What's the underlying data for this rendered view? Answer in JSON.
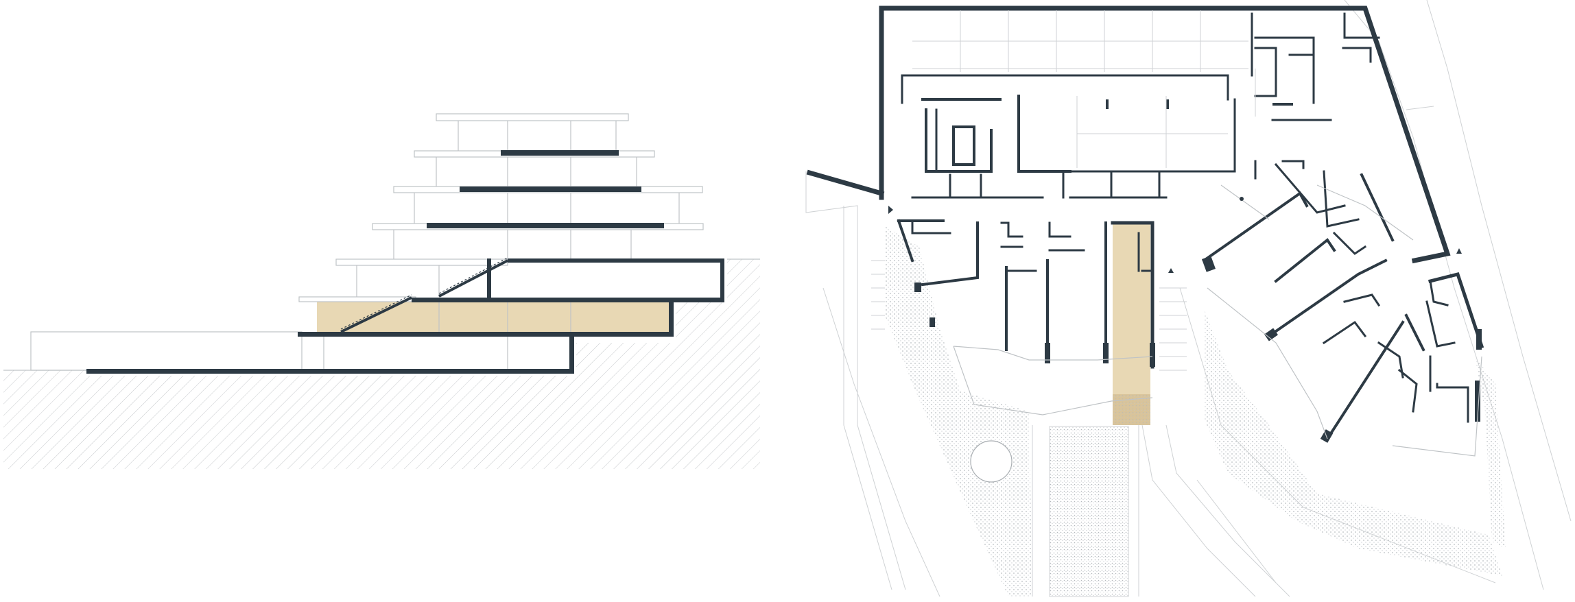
{
  "colors": {
    "wall": "#2d3a44",
    "highlight": "#e8d8b4",
    "highlight_dark": "#d9c49a",
    "hatch": "#c6c9cc",
    "paving": "#cfd3d6",
    "line": "#bfc3c6"
  },
  "drawings": {
    "section": {
      "kind": "terraced building section cut into slope",
      "highlighted_level": 3,
      "terrace_count": 7
    },
    "plan": {
      "kind": "floor plan with highlighted circulation corridor",
      "features": [
        "north-arrow-marks",
        "round-planter",
        "paved-ramps",
        "gravel-border"
      ]
    }
  }
}
